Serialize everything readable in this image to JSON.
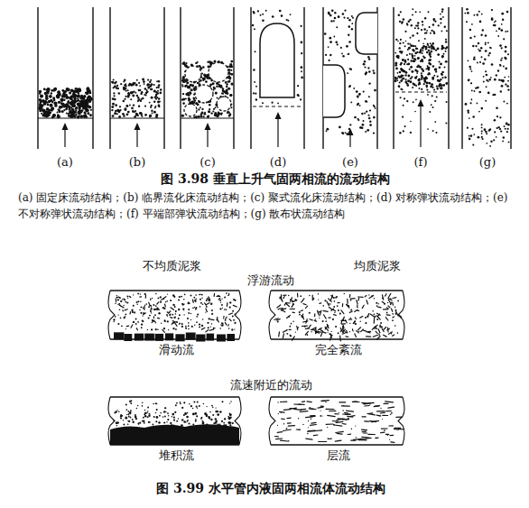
{
  "diagram": {
    "labels": [
      "(a)",
      "(b)",
      "(c)",
      "(d)",
      "(e)",
      "(f)",
      "(g)",
      "图 3.98  垂直上升气固两相流的流动结构",
      "(a) 固定床流动结构；(b) 临界流化床流动结构；(c) 聚式流化床流动结构；(d) 对称弹状流动结构；(e) 不对称弹状流动结构；(f) 平端部弹状流动结构；(g) 散布状流动结构",
      "不均质泥浆",
      "均质泥浆",
      "浮游流动",
      "滑动流",
      "完全紊流",
      "流速附近的流动",
      "堆积流",
      "层流",
      "图 3.99  水平管内液固两相流体流动结构"
    ]
  }
}
